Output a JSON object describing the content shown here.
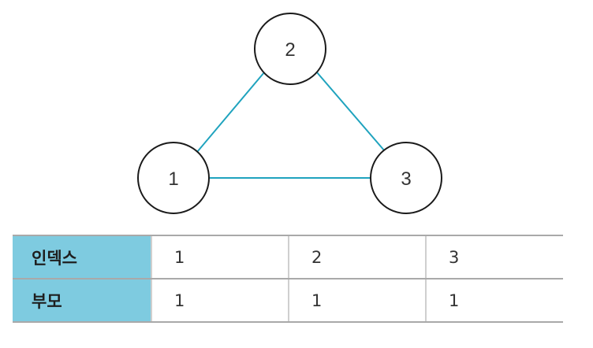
{
  "graph": {
    "edge_color": "#1fa3be",
    "node_stroke": "#1a1a1a",
    "nodes": [
      {
        "id": "1",
        "label": "1"
      },
      {
        "id": "2",
        "label": "2"
      },
      {
        "id": "3",
        "label": "3"
      }
    ],
    "edges": [
      {
        "from": "1",
        "to": "2"
      },
      {
        "from": "2",
        "to": "3"
      },
      {
        "from": "1",
        "to": "3"
      }
    ]
  },
  "table": {
    "header_color": "#7ecbe0",
    "rows": [
      {
        "label": "인덱스",
        "cells": [
          "1",
          "2",
          "3"
        ]
      },
      {
        "label": "부모",
        "cells": [
          "1",
          "1",
          "1"
        ]
      }
    ]
  }
}
